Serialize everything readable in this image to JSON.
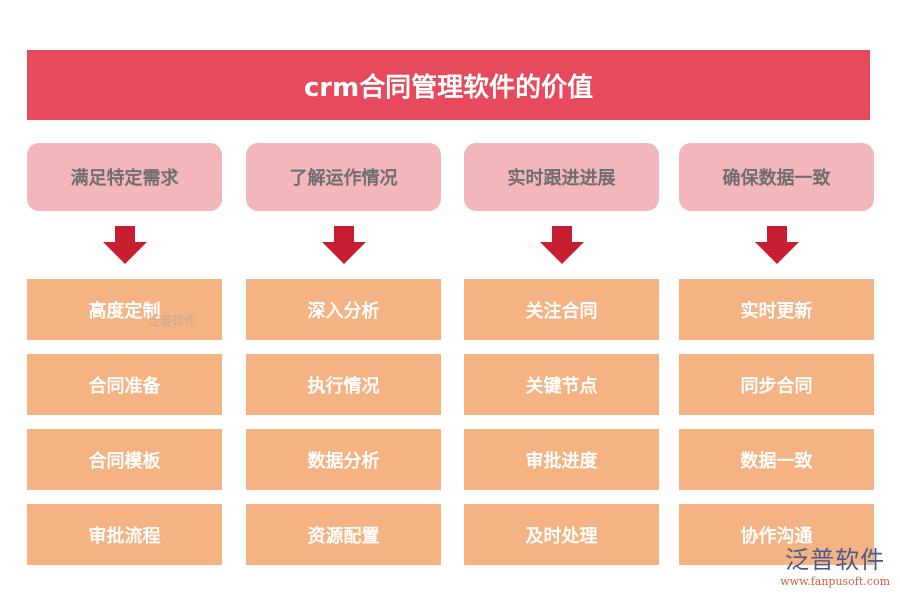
{
  "title": "crm合同管理软件的价值",
  "columns": [
    {
      "heading": "满足特定需求",
      "items": [
        "高度定制",
        "合同准备",
        "合同模板",
        "审批流程"
      ]
    },
    {
      "heading": "了解运作情况",
      "items": [
        "深入分析",
        "执行情况",
        "数据分析",
        "资源配置"
      ]
    },
    {
      "heading": "实时跟进进展",
      "items": [
        "关注合同",
        "关键节点",
        "审批进度",
        "及时处理"
      ]
    },
    {
      "heading": "确保数据一致",
      "items": [
        "实时更新",
        "同步合同",
        "数据一致",
        "协作沟通"
      ]
    }
  ],
  "watermark": "泛普软件",
  "logo": {
    "name": "泛普软件",
    "url": "www.fanpusoft.com"
  },
  "colors": {
    "title": "#e64a5c",
    "heading": "#f4b6bd",
    "arrow": "#c81e32",
    "item": "#f5b282"
  }
}
